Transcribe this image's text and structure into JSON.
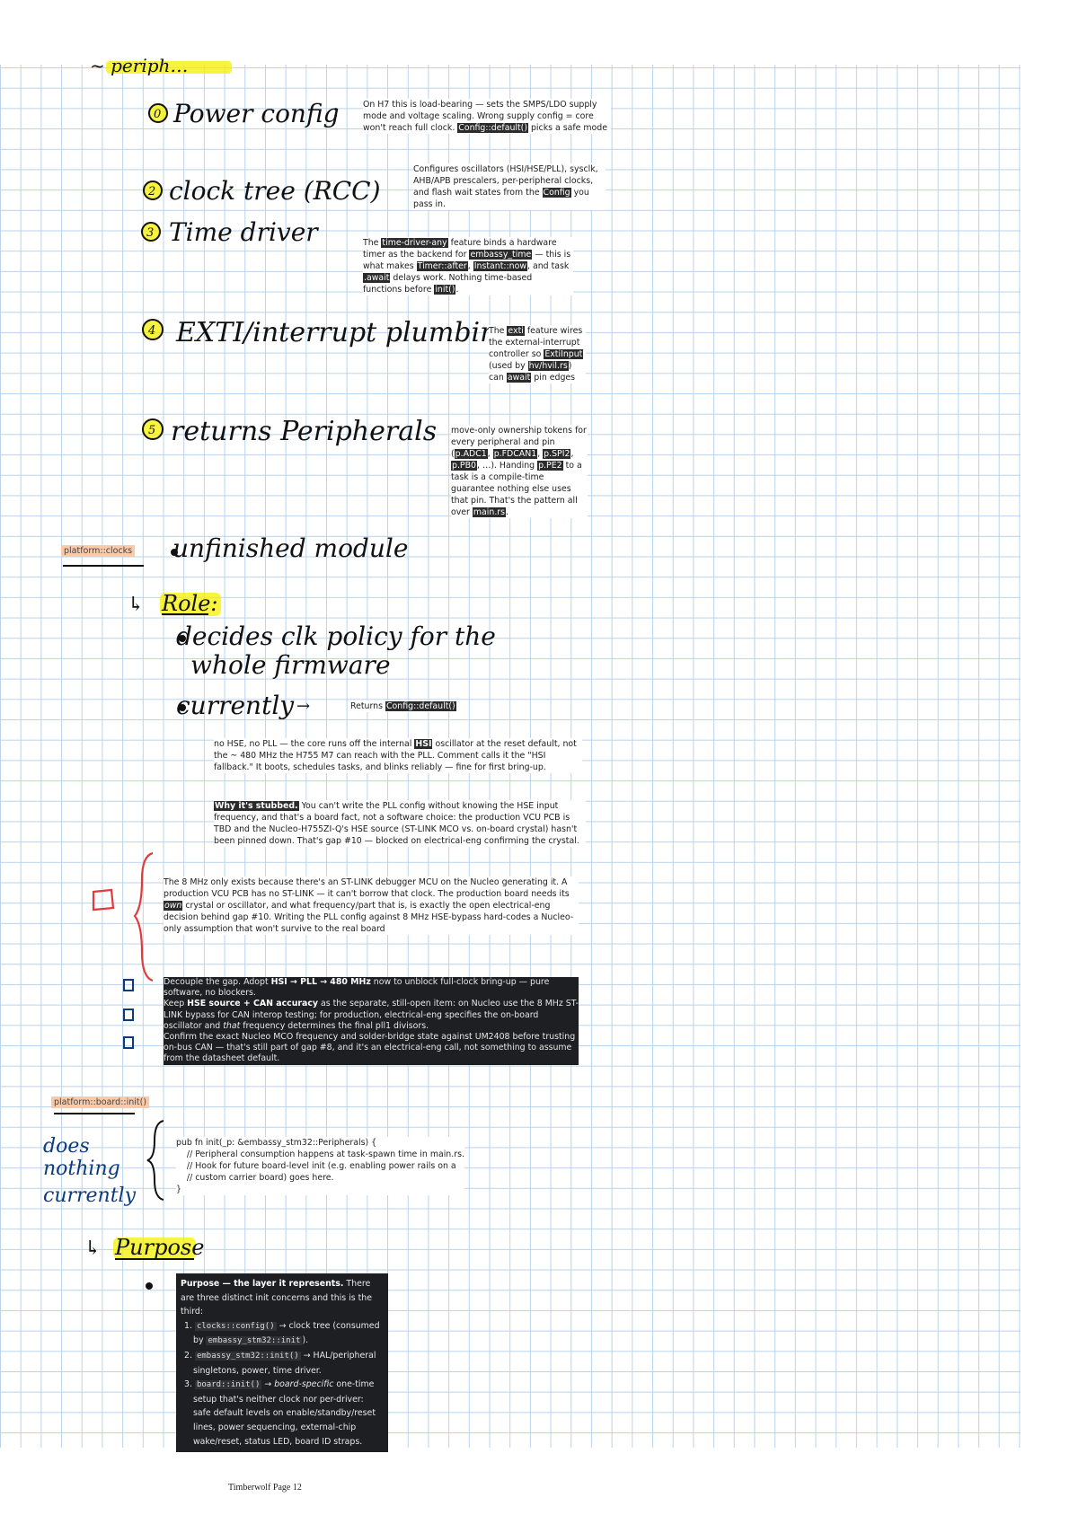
{
  "handwriting": {
    "top_fragment": "~ periph…",
    "item1": "Power config",
    "item2": "clock tree (RCC)",
    "item3": "Time driver",
    "item4": "EXTI/interrupt plumbing",
    "item5": "returns Peripherals",
    "num1": "0",
    "num2": "2",
    "num3": "3",
    "num4": "4",
    "num5": "5",
    "unfinished": "unfinished module",
    "role": "Role:",
    "decides": "decides clk policy for the",
    "whole": "whole firmware",
    "currently": "currently",
    "does_nothing": "does nothing currently",
    "purpose": "Purpose",
    "arrow_prefix": "↳"
  },
  "notes": {
    "power": {
      "a": "On H7 this is load-bearing — sets the SMPS/LDO supply mode and voltage scaling. Wrong supply config = core won't reach full clock. ",
      "b": "Config::default()",
      "c": " picks a safe mode"
    },
    "clock": {
      "a": "Configures oscillators (HSI/HSE/PLL), sysclk, AHB/APB prescalers, per-peripheral clocks, and flash wait states from the ",
      "b": "Config",
      "c": " you pass in."
    },
    "time": {
      "a": "The ",
      "b": "time-driver-any",
      "c": " feature binds a hardware timer as the backend for ",
      "d": "embassy_time",
      "e": " — this is what makes ",
      "f": "Timer::after",
      "g": ", ",
      "h": "Instant::now",
      "i": ", and task ",
      "j": ".await",
      "k": " delays work. Nothing time-based functions before ",
      "l": "init()",
      "m": "."
    },
    "exti": {
      "a": "The ",
      "b": "exti",
      "c": " feature wires the external-interrupt controller so ",
      "d": "ExtiInput",
      "e": " (used by ",
      "f": "hv/hvil.rs",
      "g": ") can ",
      "h": "await",
      "i": " pin edges"
    },
    "periph": {
      "a": "move-only ownership tokens for every peripheral and pin (",
      "b": "p.ADC1",
      "c": ", ",
      "d": "p.FDCAN1",
      "e": ", ",
      "f": "p.SPI2",
      "g": ", ",
      "h": "p.PB0",
      "i": ", …). Handing ",
      "j": "p.PE2",
      "k": " to a task is a compile-time guarantee nothing else uses that pin. That's the pattern all over ",
      "l": "main.rs",
      "m": "."
    },
    "returns": {
      "a": "Returns ",
      "b": "Config::default()"
    },
    "hsi": {
      "a": "no HSE, no PLL — the core runs off the internal ",
      "b": "HSI",
      "c": " oscillator at the reset default, not the ~ 480 MHz the H755 M7 can reach with the PLL. Comment calls it the \"HSI fallback.\" It boots, schedules tasks, and blinks reliably — fine for first bring-up."
    },
    "stubbed": {
      "a": "Why it's stubbed.",
      "b": " You can't write the PLL config without knowing the HSE input frequency, and that's a board fact, not a software choice: the production VCU PCB is TBD and the Nucleo-H755ZI-Q's HSE source (ST-LINK MCO vs. on-board crystal) hasn't been pinned down. That's gap #10 — blocked on electrical-eng confirming the crystal."
    },
    "eight": {
      "a": "The 8 MHz only exists because there's an ST-LINK debugger MCU on the Nucleo generating it. A production VCU PCB has no ST-LINK — it can't borrow that clock. The production board needs its ",
      "b": "own",
      "c": " crystal or oscillator, and what frequency/part that is, is exactly the open electrical-eng decision behind gap #10. Writing the PLL config against 8 MHz HSE-bypass hard-codes a Nucleo-only assumption that won't survive to the real board"
    }
  },
  "todos": {
    "t1a": "Decouple the gap. Adopt ",
    "t1b": "HSI → PLL → 480 MHz",
    "t1c": " now to unblock full-clock bring-up — pure software, no blockers.",
    "t2a": "Keep ",
    "t2b": "HSE source + CAN accuracy",
    "t2c": " as the separate, still-open item: on Nucleo use the 8 MHz ST-LINK bypass for CAN interop testing; for production, electrical-eng specifies the on-board oscillator and ",
    "t2d": "that",
    "t2e": " frequency determines the final pll1 divisors.",
    "t3": "Confirm the exact Nucleo MCO frequency and solder-bridge state against UM2408 before trusting on-bus CAN — that's still part of gap #8, and it's an electrical-eng call, not something to assume from the datasheet default."
  },
  "tags": {
    "clocks": "platform::clocks",
    "board": "platform::board::init()"
  },
  "code": {
    "l1": "pub fn init(_p: &embassy_stm32::Peripherals) {",
    "l2": "    // Peripheral consumption happens at task-spawn time in main.rs.",
    "l3": "    // Hook for future board-level init (e.g. enabling power rails on a",
    "l4": "    // custom carrier board) goes here.",
    "l5": "}"
  },
  "purpose_block": {
    "intro_b": "Purpose — the layer it represents.",
    "intro": " There are three distinct init concerns and this is the third:",
    "i1_num": "1.",
    "i1_code": "clocks::config()",
    "i1_a": " → clock tree (consumed by ",
    "i1_code2": "embassy_stm32::init",
    "i1_b": ").",
    "i2_num": "2.",
    "i2_code": "embassy_stm32::init()",
    "i2_a": " → HAL/peripheral singletons, power, time driver.",
    "i3_num": "3.",
    "i3_code": "board::init()",
    "i3_a": " → ",
    "i3_em": "board-specific",
    "i3_b": " one-time setup that's neither clock nor per-driver: safe default levels on enable/standby/reset lines, power sequencing, external-chip wake/reset, status LED, board ID straps."
  },
  "footer": "Timberwolf Page 12"
}
